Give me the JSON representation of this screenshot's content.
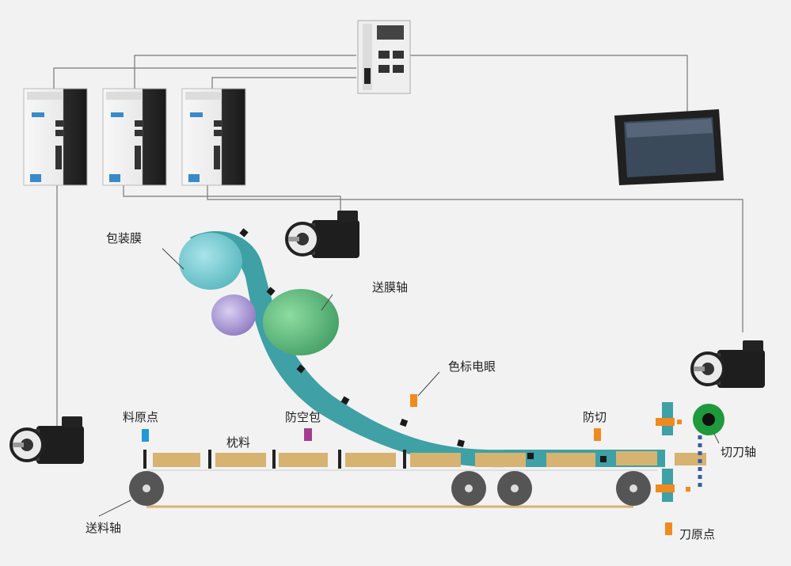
{
  "labels": {
    "packaging_film": "包装膜",
    "film_feed_axis": "送膜轴",
    "color_mark_sensor": "色标电眼",
    "anti_cut": "防切",
    "material_origin": "料原点",
    "empty_bag_prevention": "防空包",
    "pillow_material": "枕料",
    "cutter_axis": "切刀轴",
    "material_feed_axis": "送料轴",
    "knife_origin": "刀原点"
  },
  "colors": {
    "background": "#f2f2f2",
    "film": "#3fa0a6",
    "film_roll": "#6fc8cc",
    "feed_roll": "#4a9e6a",
    "purple_roll": "#9a86c8",
    "product": "#d7b371",
    "sensor_blue": "#1f9ad6",
    "sensor_purple": "#a43d8f",
    "sensor_orange": "#f08a1e",
    "wheel": "#555555",
    "cutter_green": "#1e9a3c"
  },
  "icons": {
    "controller": "plc-controller-icon",
    "drives": "servo-drive-icon",
    "hmi": "touch-screen-icon",
    "motors": "servo-motor-icon"
  }
}
